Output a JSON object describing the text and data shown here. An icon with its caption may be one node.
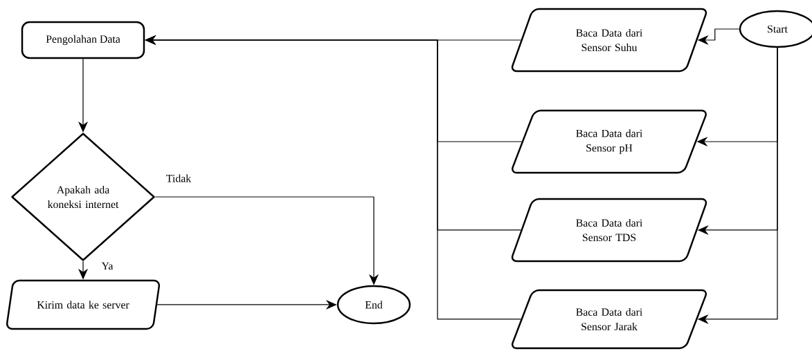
{
  "diagram": {
    "nodes": [
      {
        "text": [
          "Pengolahan Data"
        ]
      },
      {
        "text": [
          "Baca Data dari Sensor Suhu"
        ]
      },
      {
        "text": [
          "Start"
        ]
      },
      {
        "text": [
          "Baca Data dari Sensor pH"
        ]
      },
      {
        "text": [
          "Baca Data dari Sensor TDS"
        ]
      },
      {
        "text": [
          "Baca Data dari Sensor Jarak"
        ]
      },
      {
        "text": [
          "Apakah ada koneksi internet"
        ]
      },
      {
        "text": [
          "Kirim data ke server"
        ]
      },
      {
        "text": [
          "End"
        ]
      }
    ],
    "edges": [
      {
        "from": 2,
        "to": 1,
        "arrow": "to"
      },
      {
        "from": 2,
        "to": 3,
        "arrow": "to"
      },
      {
        "from": 2,
        "to": 4,
        "arrow": "to"
      },
      {
        "from": 2,
        "to": 5,
        "arrow": "to"
      },
      {
        "from": 1,
        "to": 0,
        "arrow": "to"
      },
      {
        "from": 3,
        "to": 0,
        "arrow": "to"
      },
      {
        "from": 4,
        "to": 0,
        "arrow": "to"
      },
      {
        "from": 5,
        "to": 0,
        "arrow": "to"
      },
      {
        "from": 0,
        "to": 6,
        "arrow": "to"
      },
      {
        "from": 6,
        "to": 7,
        "label": "Ya",
        "arrow": "to"
      },
      {
        "from": 6,
        "to": 8,
        "label": "Tidak",
        "arrow": "to"
      },
      {
        "from": 7,
        "to": 8,
        "arrow": "to"
      }
    ]
  }
}
